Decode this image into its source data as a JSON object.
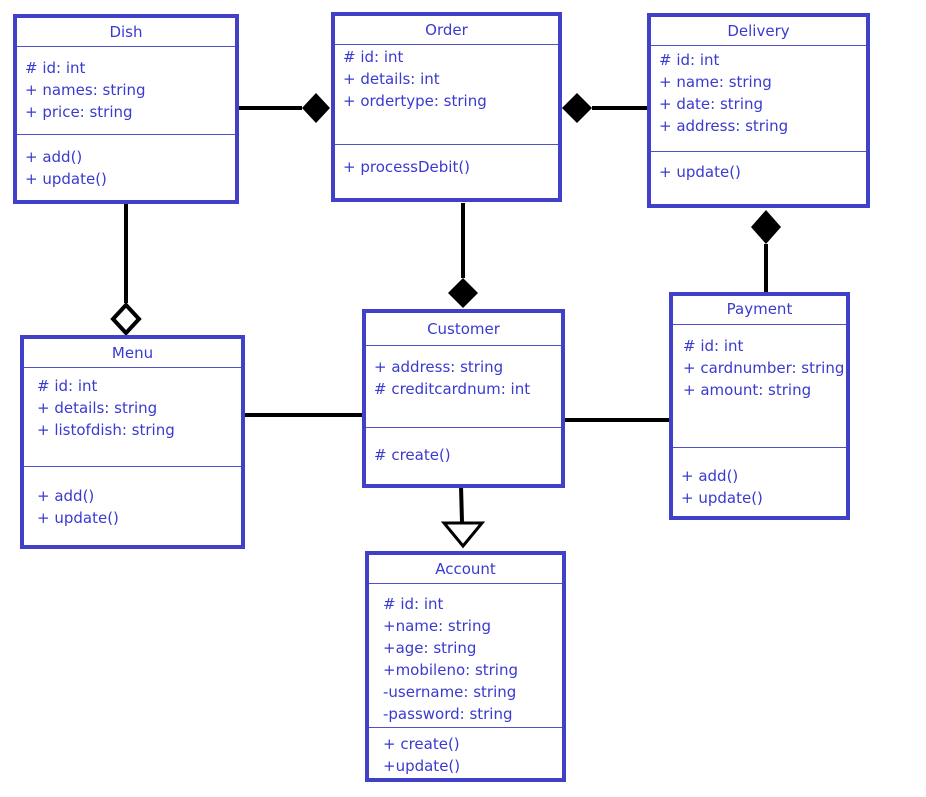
{
  "diagram": {
    "colors": {
      "border": "#4040c8",
      "text": "#3a3ad0",
      "line": "#000000"
    },
    "classes": {
      "dish": {
        "name": "Dish",
        "attributes": [
          "# id: int",
          "+ names: string",
          "+ price: string"
        ],
        "operations": [
          "+ add()",
          "+ update()"
        ]
      },
      "order": {
        "name": "Order",
        "attributes": [
          "# id: int",
          "+ details: int",
          "+ ordertype: string"
        ],
        "operations": [
          "+ processDebit()"
        ]
      },
      "delivery": {
        "name": "Delivery",
        "attributes": [
          "# id: int",
          "+ name: string",
          "+ date: string",
          "+ address: string"
        ],
        "operations": [
          "+ update()"
        ]
      },
      "menu": {
        "name": "Menu",
        "attributes": [
          "# id: int",
          "+ details: string",
          "+ listofdish: string"
        ],
        "operations": [
          "+ add()",
          "+ update()"
        ]
      },
      "customer": {
        "name": "Customer",
        "attributes": [
          "+ address: string",
          "# creditcardnum: int"
        ],
        "operations": [
          "# create()"
        ]
      },
      "payment": {
        "name": "Payment",
        "attributes": [
          "# id: int",
          "+ cardnumber: string",
          "+ amount: string"
        ],
        "operations": [
          "+ add()",
          "+ update()"
        ]
      },
      "account": {
        "name": "Account",
        "attributes": [
          "# id: int",
          "+name: string",
          "+age: string",
          "+mobileno: string",
          "-username: string",
          "-password: string"
        ],
        "operations": [
          "+ create()",
          "+update()"
        ]
      }
    },
    "relationships": [
      {
        "from": "dish",
        "to": "order",
        "type": "composition"
      },
      {
        "from": "delivery",
        "to": "order",
        "type": "composition"
      },
      {
        "from": "payment",
        "to": "delivery",
        "type": "composition"
      },
      {
        "from": "order",
        "to": "customer",
        "type": "composition"
      },
      {
        "from": "dish",
        "to": "menu",
        "type": "aggregation"
      },
      {
        "from": "menu",
        "to": "customer",
        "type": "association"
      },
      {
        "from": "customer",
        "to": "payment",
        "type": "association"
      },
      {
        "from": "customer",
        "to": "account",
        "type": "generalization"
      }
    ]
  }
}
